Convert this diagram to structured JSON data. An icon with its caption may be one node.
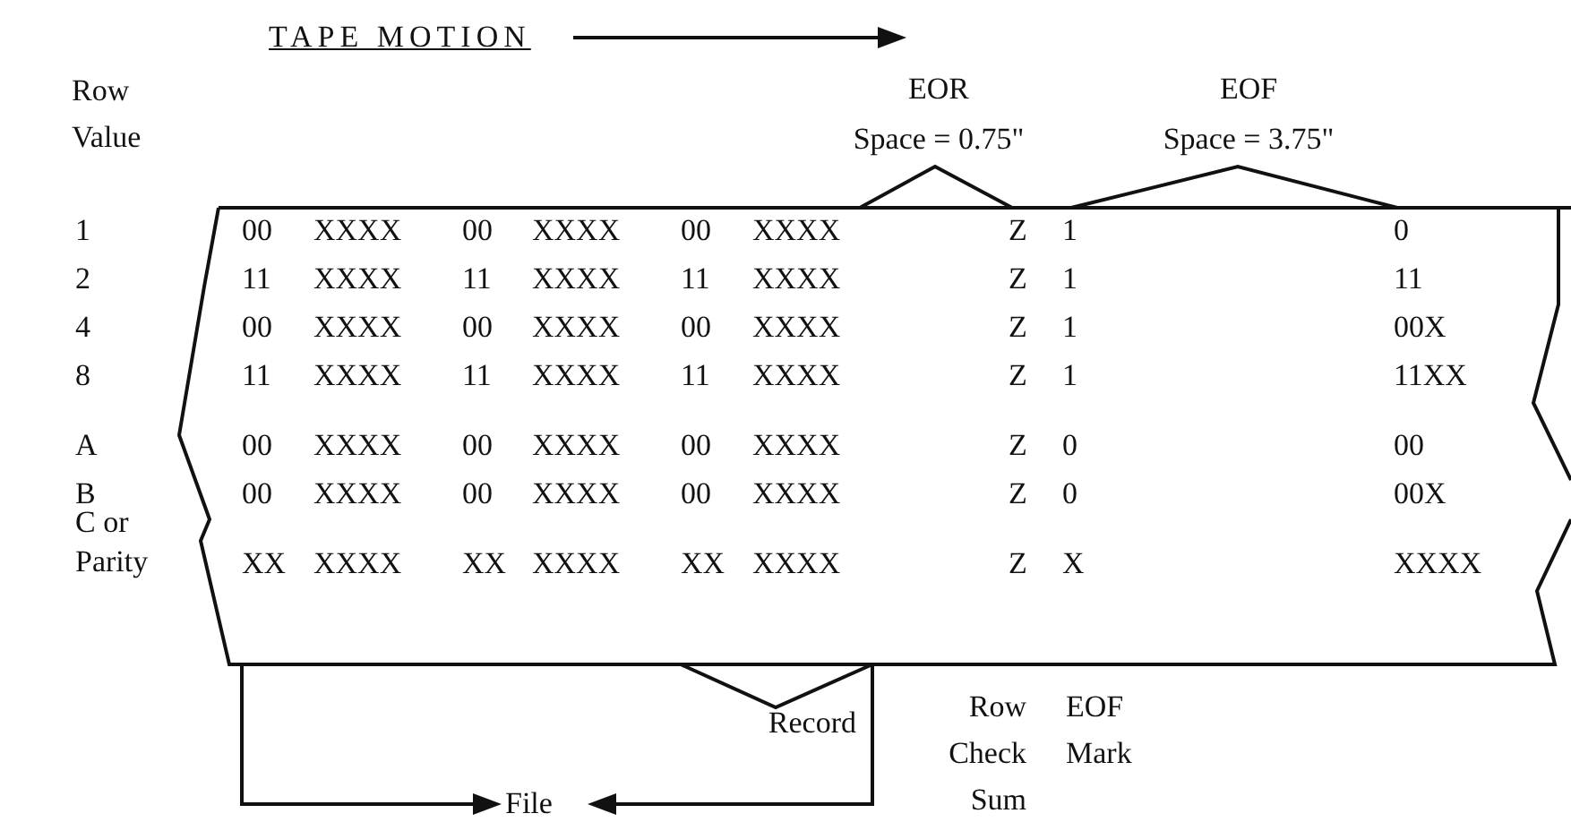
{
  "diagram": {
    "labels": [
      "TAPE MOTION",
      "Row Value",
      "EOR",
      "Space = 0.75\"",
      "EOF",
      "Space = 3.75\"",
      "1",
      "00",
      "XXXX",
      "00",
      "XXXX",
      "00",
      "XXXX",
      "Z",
      "1",
      "0",
      "2",
      "11",
      "XXXX",
      "11",
      "XXXX",
      "11",
      "XXXX",
      "Z",
      "1",
      "11",
      "4",
      "00",
      "XXXX",
      "00",
      "XXXX",
      "00",
      "XXXX",
      "Z",
      "1",
      "00X",
      "8",
      "11",
      "XXXX",
      "11",
      "XXXX",
      "11",
      "XXXX",
      "Z",
      "1",
      "11XX",
      "A",
      "00",
      "XXXX",
      "00",
      "XXXX",
      "00",
      "XXXX",
      "Z",
      "0",
      "00",
      "B",
      "00",
      "XXXX",
      "00",
      "XXXX",
      "00",
      "XXXX",
      "Z",
      "0",
      "00X",
      "C or Parity",
      "XX",
      "XXXX",
      "XX",
      "XXXX",
      "XX",
      "XXXX",
      "Z",
      "X",
      "XXXX",
      "Record",
      "Row Check Sum",
      "EOF Mark",
      "File"
    ]
  }
}
